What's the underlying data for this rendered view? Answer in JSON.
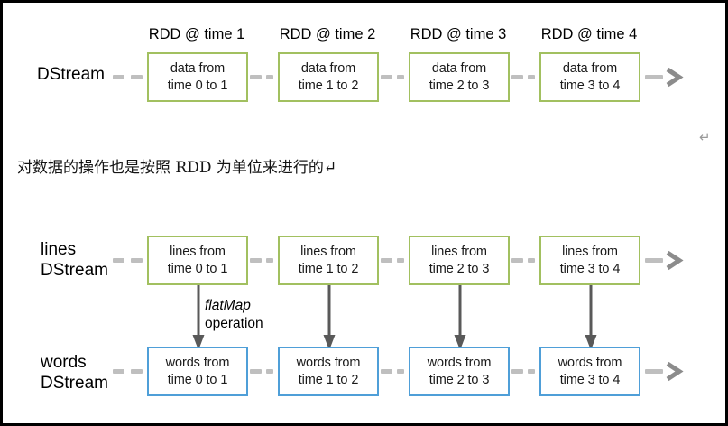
{
  "meta": {
    "colors": {
      "green_border": "#a2c060",
      "blue_border": "#4f9fd8",
      "dash_gray": "#bfbfbf",
      "arrow_gray": "#8c8c8c",
      "vertical_arrow_gray": "#595959",
      "frame": "#000000",
      "background": "#ffffff"
    }
  },
  "dstream_row": {
    "label": "DStream",
    "captions": [
      "RDD @ time 1",
      "RDD @ time 2",
      "RDD @ time 3",
      "RDD @ time 4"
    ],
    "boxes": [
      {
        "line1": "data from",
        "line2": "time 0 to 1"
      },
      {
        "line1": "data from",
        "line2": "time 1 to 2"
      },
      {
        "line1": "data from",
        "line2": "time 2 to 3"
      },
      {
        "line1": "data from",
        "line2": "time 3 to 4"
      }
    ]
  },
  "body_text": {
    "paragraph": "对数据的操作也是按照 RDD 为单位来进行的↵",
    "standalone_pilcrow": "↵"
  },
  "lines_row": {
    "label_line1": "lines",
    "label_line2": "DStream",
    "boxes": [
      {
        "line1": "lines from",
        "line2": "time 0 to 1"
      },
      {
        "line1": "lines from",
        "line2": "time 1 to 2"
      },
      {
        "line1": "lines from",
        "line2": "time 2 to 3"
      },
      {
        "line1": "lines from",
        "line2": "time 3 to 4"
      }
    ]
  },
  "words_row": {
    "label_line1": "words",
    "label_line2": "DStream",
    "boxes": [
      {
        "line1": "words from",
        "line2": "time 0 to 1"
      },
      {
        "line1": "words from",
        "line2": "time 1 to 2"
      },
      {
        "line1": "words from",
        "line2": "time 2 to 3"
      },
      {
        "line1": "words from",
        "line2": "time 3 to 4"
      }
    ]
  },
  "operation": {
    "name": "flatMap",
    "kind": "operation"
  }
}
